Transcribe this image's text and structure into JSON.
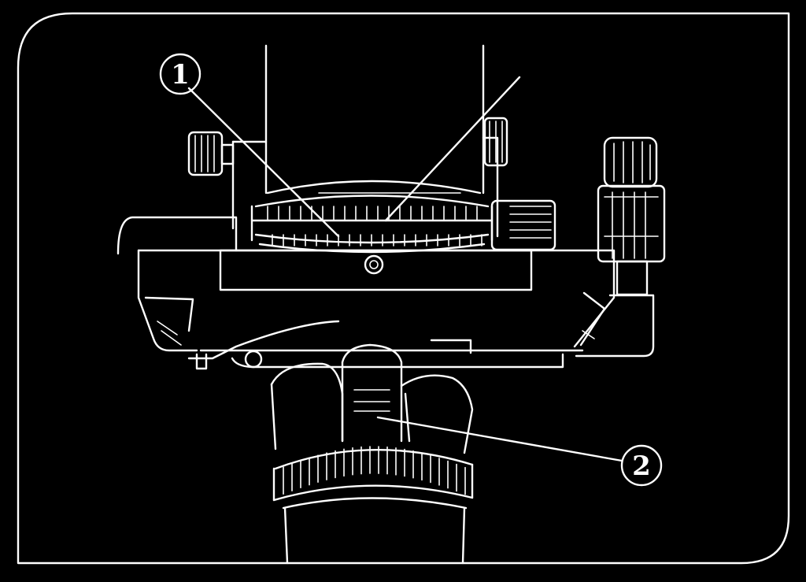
{
  "callouts": [
    {
      "id": "callout-1",
      "label": "1"
    },
    {
      "id": "callout-2",
      "label": "2"
    }
  ],
  "colors": {
    "background": "#000000",
    "line": "#ffffff"
  }
}
